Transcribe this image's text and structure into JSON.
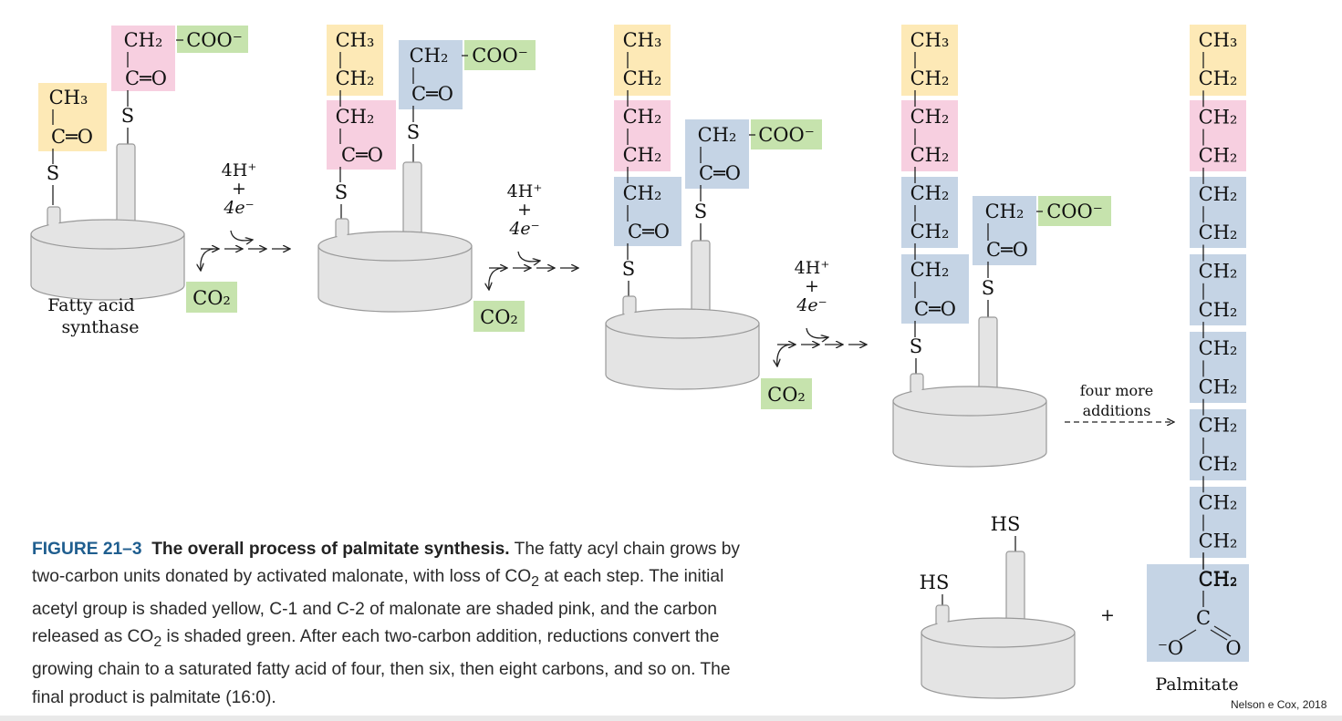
{
  "figure": {
    "number": "FIGURE 21–3",
    "title": "The overall process of palmitate synthesis.",
    "caption_parts": [
      " The fatty acyl chain grows by two-carbon units donated by activated malonate, with loss of CO",
      " at each step. The initial acetyl group is shaded yellow, C-1 and C-2 of malonate are shaded pink, and the carbon released as CO",
      " is shaded green. After each two-carbon addition, reductions convert the growing chain to a saturated fatty acid of four, then six, then eight carbons, and so on. The final product is palmitate (16:0)."
    ],
    "subscript_two": "2",
    "credit": "Nelson e Cox, 2018"
  },
  "labels": {
    "enzyme": [
      "Fatty acid",
      "synthase"
    ],
    "co2": "CO₂",
    "protons": "4H⁺",
    "plus": "+",
    "electrons": "4e⁻",
    "four_more": [
      "four more",
      "additions"
    ],
    "hs": "HS",
    "product": "Palmitate",
    "combine_plus": "+"
  },
  "groups": {
    "ch3": "CH₃",
    "ch2": "CH₂",
    "co": "C═O",
    "s": "S",
    "coo": "COO⁻",
    "c": "C",
    "o": "O",
    "o_minus": "⁻O"
  },
  "colors": {
    "acetyl_yellow": "#fde9b6",
    "malonate_pink": "#f7cfe0",
    "co2_green": "#c6e3ad",
    "chain_blue": "#c5d4e5",
    "enzyme_gray": "#e4e4e4",
    "figure_number_blue": "#1f5e8f"
  }
}
